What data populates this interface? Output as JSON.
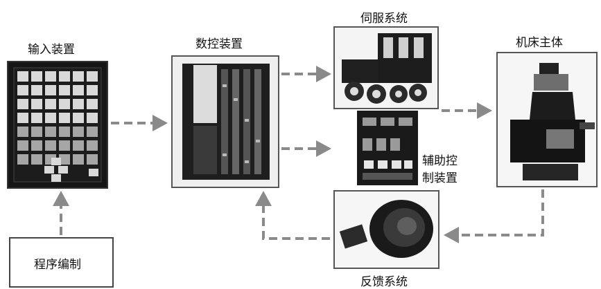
{
  "labels": {
    "input_device": "输入装置",
    "cnc_device": "数控装置",
    "servo_system": "伺服系统",
    "machine_body": "机床主体",
    "aux_control_line1": "辅助控",
    "aux_control_line2": "制装置",
    "feedback_system": "反馈系统",
    "programming": "程序编制"
  },
  "colors": {
    "arrow": "#8a8a8a",
    "frame_border": "#555555",
    "panel_dark": "#161616",
    "key_light": "#d9d9d9",
    "key_mid": "#a6a6a6"
  }
}
